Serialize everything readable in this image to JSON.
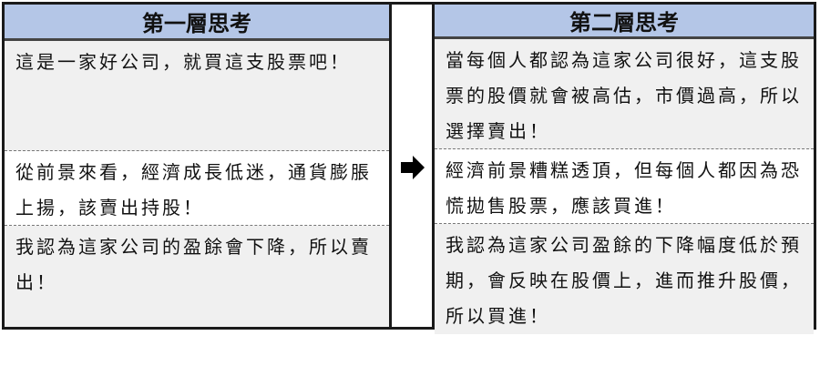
{
  "left": {
    "title": "第一層思考",
    "rows": [
      "這是一家好公司，就買這支股票吧！",
      "從前景來看，經濟成長低迷，通貨膨脹上揚，該賣出持股！",
      "我認為這家公司的盈餘會下降，所以賣出！"
    ]
  },
  "connector": {
    "icon": "right-arrow-icon"
  },
  "right": {
    "title": "第二層思考",
    "rows": [
      "當每個人都認為這家公司很好，這支股票的股價就會被高估，市價過高，所以選擇賣出！",
      "經濟前景糟糕透頂，但每個人都因為恐慌拋售股票，應該買進！",
      "我認為這家公司盈餘的下降幅度低於預期，會反映在股價上，進而推升股價，所以買進！"
    ]
  },
  "colors": {
    "header_bg": "#b4c6e7",
    "row_gray": "#f0f0f0",
    "row_white": "#ffffff",
    "border": "#1a1a1a"
  }
}
